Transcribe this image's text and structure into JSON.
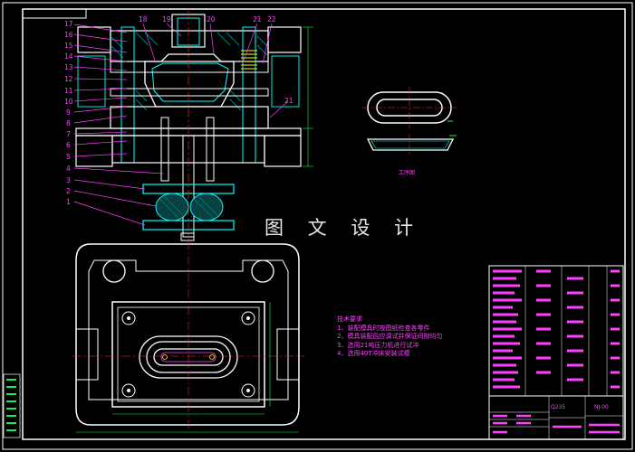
{
  "watermark": "图 文 设 计",
  "part_drawing_caption": "工序图",
  "technical_requirements": {
    "title": "技术要求",
    "items": [
      "1、装配模具时按图纸检查各零件",
      "2、模具装配后应调试并保证间隙均匀",
      "3、选用21吨压力机进行试冲",
      "4、选用40T冲床安装试模"
    ]
  },
  "callout_numbers_left": [
    "17",
    "16",
    "15",
    "14",
    "13",
    "12",
    "11",
    "10",
    "9",
    "8",
    "7",
    "6",
    "5",
    "4",
    "3",
    "2",
    "1"
  ],
  "callout_numbers_top": [
    "18",
    "19",
    "20",
    "21",
    "22"
  ],
  "callout_right": "21",
  "title_block": {
    "material": "Q235",
    "drawing_number": "NJ-00"
  },
  "colors": {
    "frame": "#ffffff",
    "outline": "#ffffff",
    "cyan": "#00ffff",
    "centerline": "#ff3030",
    "dimension": "#00ff40",
    "leader": "#ff40ff",
    "hatch": "#00b0b0",
    "yellow": "#ffff00"
  }
}
